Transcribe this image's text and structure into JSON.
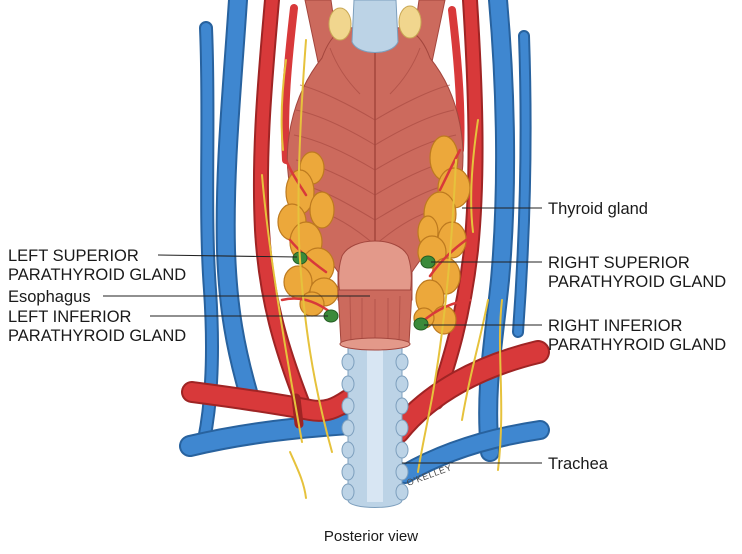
{
  "figure": {
    "caption": "Posterior view",
    "signature": "O'KELLEY"
  },
  "labels": {
    "thyroid_gland": "Thyroid gland",
    "left_superior_parathyroid": [
      "LEFT SUPERIOR",
      "PARATHYROID GLAND"
    ],
    "esophagus": "Esophagus",
    "left_inferior_parathyroid": [
      "LEFT INFERIOR",
      "PARATHYROID GLAND"
    ],
    "right_superior_parathyroid": [
      "RIGHT SUPERIOR",
      "PARATHYROID GLAND"
    ],
    "right_inferior_parathyroid": [
      "RIGHT INFERIOR",
      "PARATHYROID GLAND"
    ],
    "trachea": "Trachea"
  },
  "colors": {
    "artery": "#d8393a",
    "artery_dark": "#9f2424",
    "vein": "#3f87d0",
    "vein_dark": "#28629e",
    "muscle": "#cc6a5d",
    "muscle_light": "#e3998a",
    "muscle_fiber": "#a3463d",
    "thyroid": "#eca83b",
    "thyroid_edge": "#bd7a1f",
    "parathyroid": "#3b8a3a",
    "parathyroid_edge": "#245d23",
    "trachea": "#bcd3e6",
    "trachea_edge": "#7d9fbd",
    "trachea_highlight": "#dde9f4",
    "nerve": "#e6c23c",
    "cartilage": "#f1d68e",
    "leader_line": "#222222",
    "label_text": "#1a1a1a"
  }
}
